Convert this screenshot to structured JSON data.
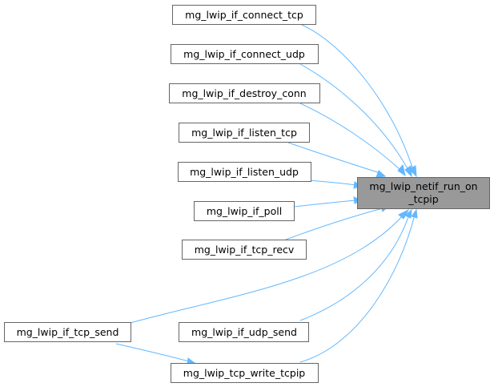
{
  "graph": {
    "focus_node": {
      "lines": [
        "mg_lwip_netif_run_on",
        "_tcpip"
      ]
    },
    "callers": [
      {
        "id": "connect_tcp",
        "label": "mg_lwip_if_connect_tcp"
      },
      {
        "id": "connect_udp",
        "label": "mg_lwip_if_connect_udp"
      },
      {
        "id": "destroy_conn",
        "label": "mg_lwip_if_destroy_conn"
      },
      {
        "id": "listen_tcp",
        "label": "mg_lwip_if_listen_tcp"
      },
      {
        "id": "listen_udp",
        "label": "mg_lwip_if_listen_udp"
      },
      {
        "id": "poll",
        "label": "mg_lwip_if_poll"
      },
      {
        "id": "tcp_recv",
        "label": "mg_lwip_if_tcp_recv"
      },
      {
        "id": "tcp_send",
        "label": "mg_lwip_if_tcp_send"
      },
      {
        "id": "udp_send",
        "label": "mg_lwip_if_udp_send"
      },
      {
        "id": "tcp_write",
        "label": "mg_lwip_tcp_write_tcpip"
      }
    ],
    "edges": [
      {
        "from": "connect_tcp",
        "to": "focus"
      },
      {
        "from": "connect_udp",
        "to": "focus"
      },
      {
        "from": "destroy_conn",
        "to": "focus"
      },
      {
        "from": "listen_tcp",
        "to": "focus"
      },
      {
        "from": "listen_udp",
        "to": "focus"
      },
      {
        "from": "poll",
        "to": "focus"
      },
      {
        "from": "tcp_recv",
        "to": "focus"
      },
      {
        "from": "tcp_send",
        "to": "focus"
      },
      {
        "from": "udp_send",
        "to": "focus"
      },
      {
        "from": "tcp_write",
        "to": "focus"
      },
      {
        "from": "tcp_send",
        "to": "tcp_write"
      }
    ],
    "edge_color": "#63b8ff",
    "focus_fill": "#999999"
  }
}
